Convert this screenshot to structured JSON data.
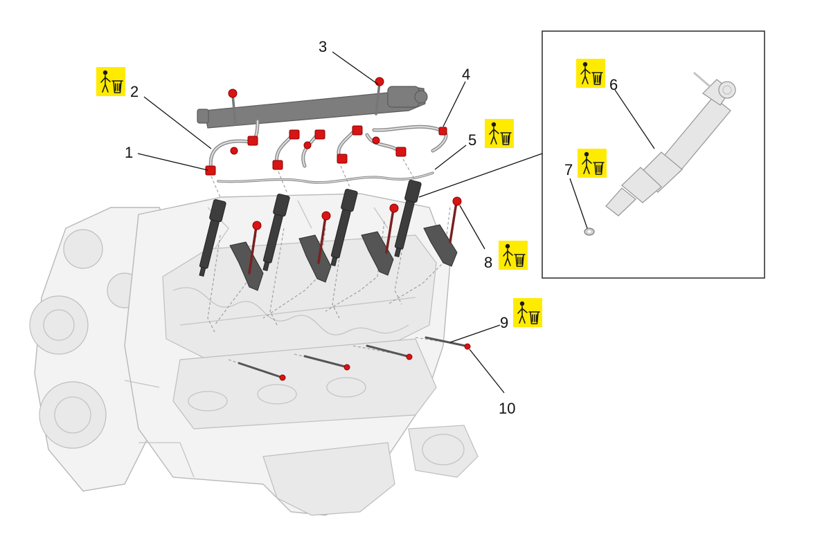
{
  "diagram": {
    "callouts": [
      {
        "id": "1",
        "label": "1"
      },
      {
        "id": "2",
        "label": "2"
      },
      {
        "id": "3",
        "label": "3"
      },
      {
        "id": "4",
        "label": "4"
      },
      {
        "id": "5",
        "label": "5"
      },
      {
        "id": "6",
        "label": "6"
      },
      {
        "id": "7",
        "label": "7"
      },
      {
        "id": "8",
        "label": "8"
      },
      {
        "id": "9",
        "label": "9"
      },
      {
        "id": "10",
        "label": "10"
      }
    ],
    "disposal_icon": "discard-part-icon",
    "colors": {
      "fastener_red": "#d81414",
      "icon_yellow": "#ffeb00",
      "engine_gray": "#f3f3f3",
      "injector_dark": "#3d3d3d"
    }
  }
}
